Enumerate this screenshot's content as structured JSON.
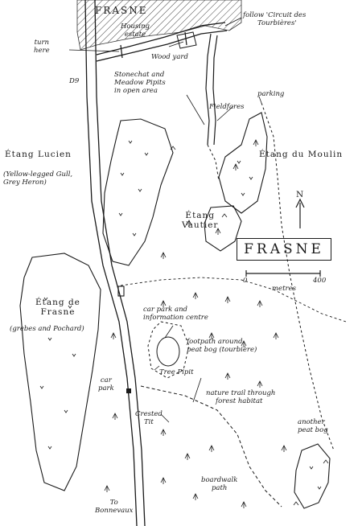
{
  "title": "FRASNE",
  "town_label": "FRASNE",
  "north": "N",
  "scale": {
    "zero": "0",
    "max": "400",
    "unit": "metres"
  },
  "road_label": "D9",
  "labels": {
    "circuit": [
      "follow 'Circuit des",
      "Tourbières'"
    ],
    "housing": [
      "Housing",
      "estate"
    ],
    "turn_here": [
      "turn",
      "here"
    ],
    "wood_yard": "Wood yard",
    "stonechat": [
      "Stonechat and",
      "Meadow Pipits",
      "in open area"
    ],
    "parking": "parking",
    "fieldfares": "Fieldfares",
    "lucien": "Étang Lucien",
    "lucien_birds": [
      "(Yellow-legged Gull,",
      "Grey Heron)"
    ],
    "moulin": "Étang du Moulin",
    "vautier": [
      "Étang",
      "Vautier"
    ],
    "frasne_lake": [
      "Étang de",
      "Frasne"
    ],
    "frasne_birds": "(grebes and Pochard)",
    "car_park_info": [
      "car park and",
      "information centre"
    ],
    "footpath": [
      "footpath around",
      "peat bog (tourbière)"
    ],
    "tree_pipit": "Tree Pipit",
    "car_park": [
      "car",
      "park"
    ],
    "crested_tit": [
      "Crested",
      "Tit"
    ],
    "nature_trail": [
      "nature trail through",
      "forest habitat"
    ],
    "another_bog": [
      "another",
      "peat bog"
    ],
    "boardwalk": [
      "boardwalk",
      "path"
    ],
    "bonnevaux": [
      "To",
      "Bonnevaux"
    ]
  }
}
